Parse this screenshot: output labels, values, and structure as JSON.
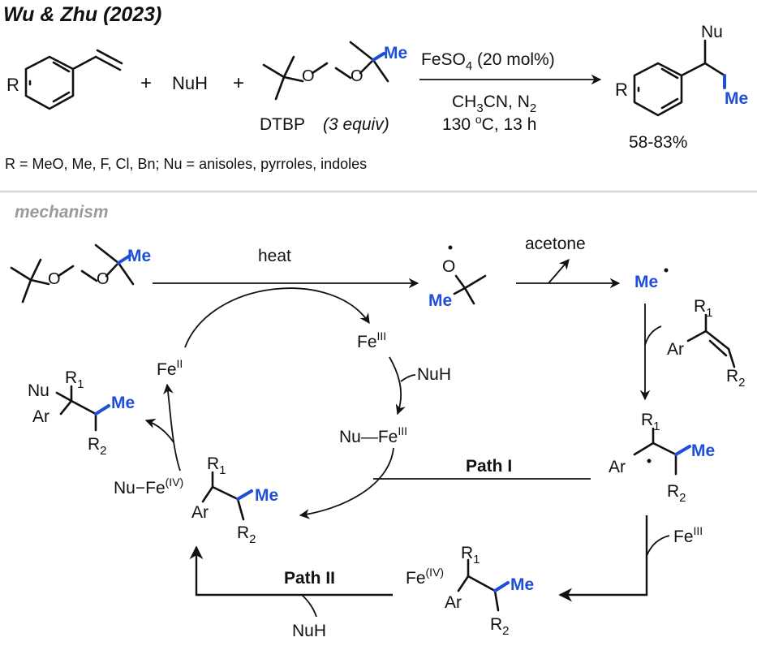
{
  "header": {
    "citation": "Wu & Zhu (2023)"
  },
  "scheme": {
    "substituent_R": "R",
    "plus": "+",
    "nucleophile": "NuH",
    "peroxide_me": "Me",
    "peroxide_name": "DTBP",
    "peroxide_equiv": "(3 equiv)",
    "conditions_catalyst": "FeSO",
    "conditions_catalyst_sub": "4",
    "conditions_catalyst_load": " (20 mol%)",
    "conditions_solvent": "CH",
    "conditions_solvent_sub": "3",
    "conditions_solvent_mid": "CN, N",
    "conditions_solvent_sub2": "2",
    "conditions_temp": "130 ",
    "conditions_temp_sup": "o",
    "conditions_temp_rest": "C, 13 h",
    "product_nu": "Nu",
    "product_me": "Me",
    "product_r": "R",
    "yield": "58-83%",
    "scope": "R = MeO, Me, F, Cl, Bn; Nu = anisoles, pyrroles, indoles"
  },
  "mechanism": {
    "section_label": "mechanism",
    "dtbp_me": "Me",
    "heat": "heat",
    "alkoxy_o": "O",
    "alkoxy_me": "Me",
    "acetone": "acetone",
    "methyl_radical": "Me",
    "fe_iii": "Fe",
    "fe_iii_sup": "III",
    "fe_ii": "Fe",
    "fe_ii_sup": "II",
    "nuh_1": "NuH",
    "nu_fe": "Nu",
    "nu_fe_fe": "Fe",
    "nu_fe_sup": "III",
    "path1": "Path I",
    "path2": "Path II",
    "nuh_2": "NuH",
    "fe_iii_2": "Fe",
    "fe_iii_2_sup": "III",
    "alkene_r1": "R",
    "alkene_r1_sub": "1",
    "alkene_ar": "Ar",
    "alkene_r2": "R",
    "alkene_r2_sub": "2",
    "radical_r1": "R",
    "radical_r1_sub": "1",
    "radical_ar": "Ar",
    "radical_me": "Me",
    "radical_r2": "R",
    "radical_r2_sub": "2",
    "fe4a_nu": "Nu",
    "fe4a_fe": "Fe",
    "fe4a_sup": "(IV)",
    "fe4a_r1": "R",
    "fe4a_r1_sub": "1",
    "fe4a_ar": "Ar",
    "fe4a_me": "Me",
    "fe4a_r2": "R",
    "fe4a_r2_sub": "2",
    "fe4b_fe": "Fe",
    "fe4b_sup": "(IV)",
    "fe4b_r1": "R",
    "fe4b_r1_sub": "1",
    "fe4b_ar": "Ar",
    "fe4b_me": "Me",
    "fe4b_r2": "R",
    "fe4b_r2_sub": "2",
    "prod_nu": "Nu",
    "prod_r1": "R",
    "prod_r1_sub": "1",
    "prod_ar": "Ar",
    "prod_me": "Me",
    "prod_r2": "R",
    "prod_r2_sub": "2"
  }
}
